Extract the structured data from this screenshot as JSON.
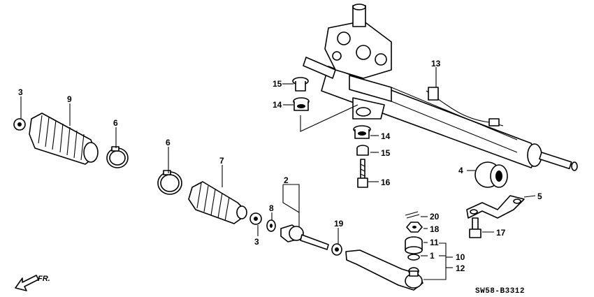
{
  "diagram": {
    "code": "SW58-B3312",
    "direction_label": "FR.",
    "callouts": [
      {
        "id": "c1",
        "label": "1"
      },
      {
        "id": "c2",
        "label": "2"
      },
      {
        "id": "c3a",
        "label": "3"
      },
      {
        "id": "c3b",
        "label": "3"
      },
      {
        "id": "c4",
        "label": "4"
      },
      {
        "id": "c5",
        "label": "5"
      },
      {
        "id": "c6a",
        "label": "6"
      },
      {
        "id": "c6b",
        "label": "6"
      },
      {
        "id": "c7",
        "label": "7"
      },
      {
        "id": "c8",
        "label": "8"
      },
      {
        "id": "c9",
        "label": "9"
      },
      {
        "id": "c10",
        "label": "10"
      },
      {
        "id": "c11",
        "label": "11"
      },
      {
        "id": "c12",
        "label": "12"
      },
      {
        "id": "c13",
        "label": "13"
      },
      {
        "id": "c14a",
        "label": "14"
      },
      {
        "id": "c14b",
        "label": "14"
      },
      {
        "id": "c15a",
        "label": "15"
      },
      {
        "id": "c15b",
        "label": "15"
      },
      {
        "id": "c16",
        "label": "16"
      },
      {
        "id": "c17",
        "label": "17"
      },
      {
        "id": "c18",
        "label": "18"
      },
      {
        "id": "c19",
        "label": "19"
      },
      {
        "id": "c20",
        "label": "20"
      }
    ]
  }
}
